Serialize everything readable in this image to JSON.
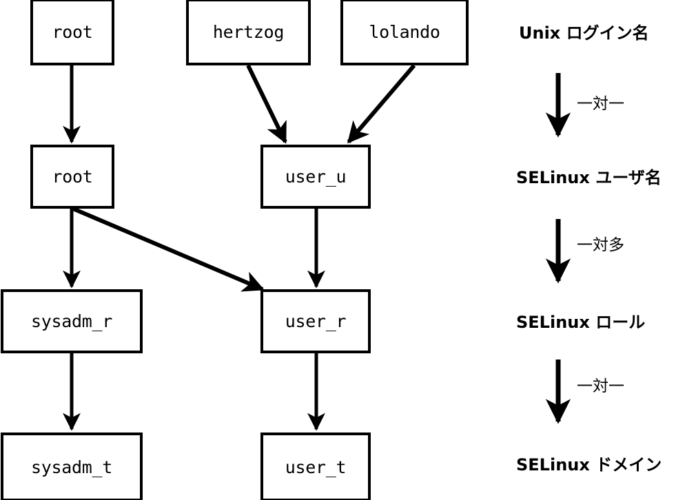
{
  "diagram": {
    "title_text": "",
    "colors": {
      "stroke": "#000000",
      "fill": "#ffffff",
      "background": "#ffffff"
    },
    "nodes": [
      {
        "id": "login-root",
        "label": "root",
        "tier": "unix-login"
      },
      {
        "id": "login-hertzog",
        "label": "hertzog",
        "tier": "unix-login"
      },
      {
        "id": "login-lolando",
        "label": "lolando",
        "tier": "unix-login"
      },
      {
        "id": "seuser-root",
        "label": "root",
        "tier": "selinux-user"
      },
      {
        "id": "seuser-user_u",
        "label": "user_u",
        "tier": "selinux-user"
      },
      {
        "id": "role-sysadm_r",
        "label": "sysadm_r",
        "tier": "selinux-role"
      },
      {
        "id": "role-user_r",
        "label": "user_r",
        "tier": "selinux-role"
      },
      {
        "id": "domain-sysadm_t",
        "label": "sysadm_t",
        "tier": "selinux-domain"
      },
      {
        "id": "domain-user_t",
        "label": "user_t",
        "tier": "selinux-domain"
      }
    ],
    "edges": [
      {
        "from": "login-root",
        "to": "seuser-root"
      },
      {
        "from": "login-hertzog",
        "to": "seuser-user_u"
      },
      {
        "from": "login-lolando",
        "to": "seuser-user_u"
      },
      {
        "from": "seuser-root",
        "to": "role-sysadm_r"
      },
      {
        "from": "seuser-root",
        "to": "role-user_r"
      },
      {
        "from": "seuser-user_u",
        "to": "role-user_r"
      },
      {
        "from": "role-sysadm_r",
        "to": "domain-sysadm_t"
      },
      {
        "from": "role-user_r",
        "to": "domain-user_t"
      }
    ]
  },
  "legend": {
    "tiers": [
      {
        "id": "unix-login",
        "label": "Unix ログイン名"
      },
      {
        "id": "selinux-user",
        "label": "SELinux ユーザ名"
      },
      {
        "id": "selinux-role",
        "label": "SELinux ロール"
      },
      {
        "id": "selinux-domain",
        "label": "SELinux ドメイン"
      }
    ],
    "relations": [
      {
        "id": "rel-login-to-user",
        "label": "一対一"
      },
      {
        "id": "rel-user-to-role",
        "label": "一対多"
      },
      {
        "id": "rel-role-to-domain",
        "label": "一対一"
      }
    ]
  }
}
